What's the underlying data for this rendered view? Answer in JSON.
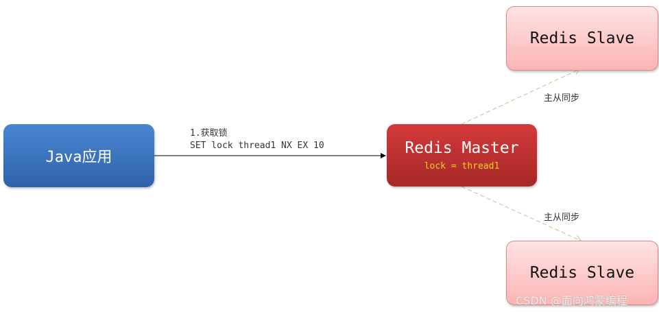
{
  "java": {
    "label": "Java应用"
  },
  "master": {
    "label": "Redis Master",
    "value": "lock = thread1"
  },
  "slaves": [
    {
      "label": "Redis Slave"
    },
    {
      "label": "Redis Slave"
    }
  ],
  "request": {
    "step": "1.获取锁",
    "command": "SET lock thread1 NX EX 10"
  },
  "sync_labels": [
    "主从同步",
    "主从同步"
  ],
  "watermark": "CSDN @面向鸿蒙编程"
}
